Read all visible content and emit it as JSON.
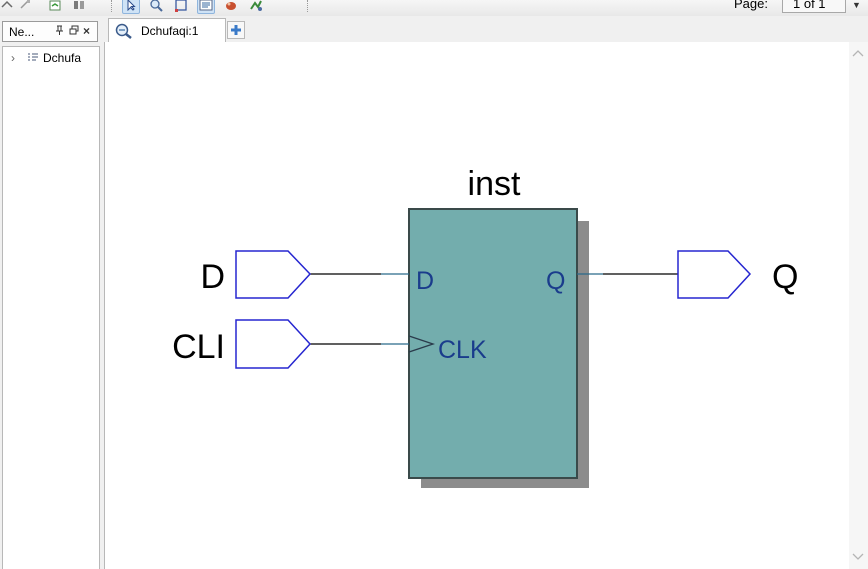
{
  "toolbar": {
    "page_label": "Page:",
    "page_value": "1 of 1"
  },
  "left_panel": {
    "tab_label": "Ne...",
    "tree": {
      "items": [
        {
          "label": "Dchufa"
        }
      ]
    }
  },
  "document": {
    "tabs": [
      {
        "label": "Dchufaqi:1"
      }
    ]
  },
  "schematic": {
    "instance": {
      "name": "inst",
      "pins": [
        {
          "label": "D"
        },
        {
          "label": "CLK"
        },
        {
          "label": "Q"
        }
      ]
    },
    "ports": [
      {
        "name": "D",
        "direction": "input"
      },
      {
        "name": "CLI",
        "direction": "input"
      },
      {
        "name": "Q",
        "direction": "output"
      }
    ]
  },
  "colors": {
    "block_fill": "#73adad",
    "block_border": "#3a4a4a",
    "block_shadow": "#8c8c8c",
    "pin_label": "#1a3c8c",
    "port_outline": "#2626d0",
    "wire": "#000000",
    "stub": "#2a6a8a"
  }
}
